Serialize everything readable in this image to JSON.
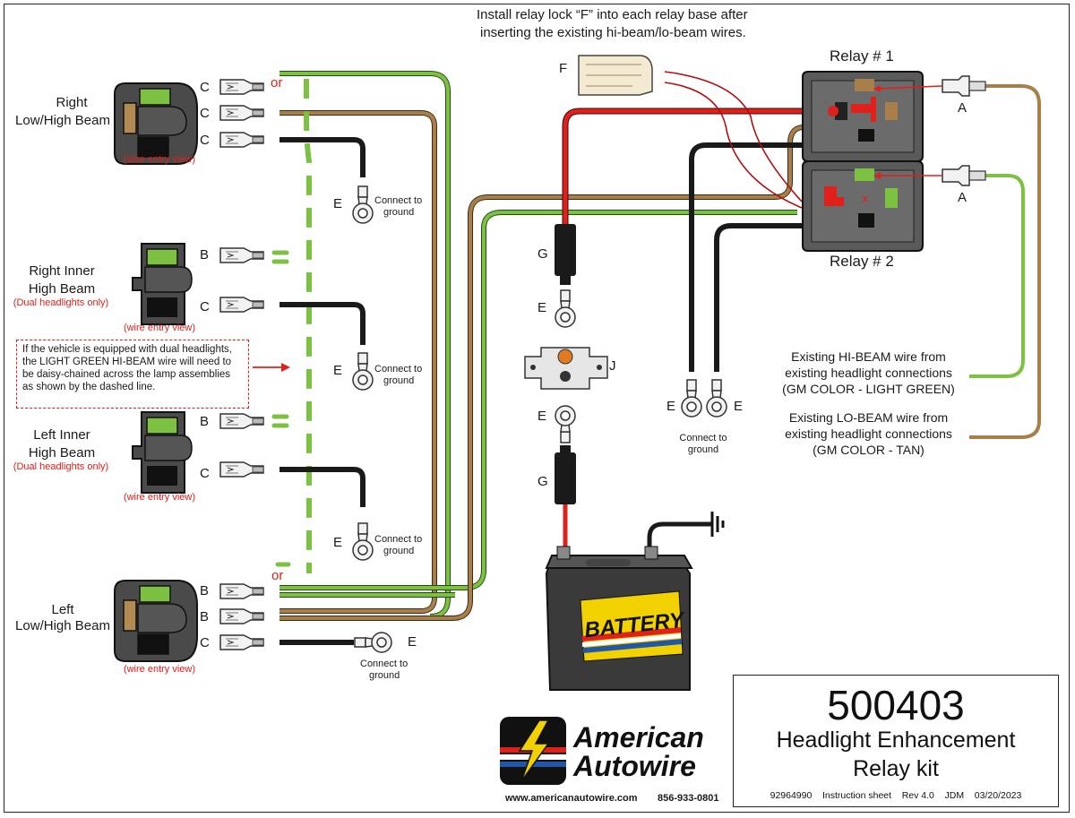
{
  "instructions": {
    "relay_lock_line1": "Install relay lock “F” into each relay base after",
    "relay_lock_line2": "inserting the existing hi-beam/lo-beam wires."
  },
  "relays": {
    "relay1": "Relay # 1",
    "relay2": "Relay # 2"
  },
  "letters": {
    "A": "A",
    "B": "B",
    "C": "C",
    "E": "E",
    "F": "F",
    "G": "G",
    "J": "J"
  },
  "or_text": "or",
  "ground_line1": "Connect to",
  "ground_line2": "ground",
  "headlights": {
    "right_low_high_1": "Right",
    "right_low_high_2": "Low/High Beam",
    "right_inner_1": "Right Inner",
    "right_inner_2": "High Beam",
    "left_inner_1": "Left Inner",
    "left_inner_2": "High Beam",
    "left_low_high_1": "Left",
    "left_low_high_2": "Low/High Beam",
    "dual_only": "(Dual headlights only)",
    "wire_entry": "(wire entry view)"
  },
  "dual_note": "If the vehicle is equipped with dual headlights, the LIGHT GREEN HI-BEAM wire will need to be daisy-chained across the lamp assemblies as shown by the dashed line.",
  "hi_beam": {
    "line1": "Existing HI-BEAM wire from",
    "line2": "existing headlight connections",
    "line3": "(GM COLOR - LIGHT GREEN)"
  },
  "lo_beam": {
    "line1": "Existing LO-BEAM wire from",
    "line2": "existing headlight connections",
    "line3": "(GM COLOR - TAN)"
  },
  "battery_label": "BATTERY",
  "brand": {
    "line1": "American",
    "line2": "Autowire",
    "web": "www.americanautowire.com",
    "phone": "856-933-0801"
  },
  "title_block": {
    "part_number": "500403",
    "product_line1": "Headlight Enhancement",
    "product_line2": "Relay kit",
    "meta": "92964990    Instruction sheet    Rev 4.0    JDM    03/20/2023"
  },
  "colors": {
    "green_wire": "#7dc142",
    "tan_wire": "#a87e4a",
    "red_wire": "#e0201b",
    "black_wire": "#1a1a1a",
    "connector_gray": "#4a4a4a"
  }
}
